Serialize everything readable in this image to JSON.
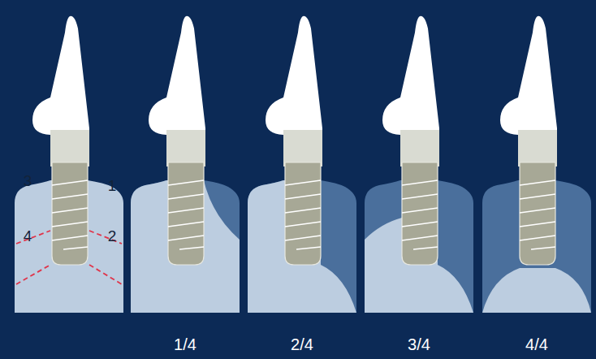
{
  "diagram": {
    "labels": [
      "3",
      "1",
      "4",
      "2",
      "1/4",
      "2/4",
      "3/4",
      "4/4"
    ]
  }
}
